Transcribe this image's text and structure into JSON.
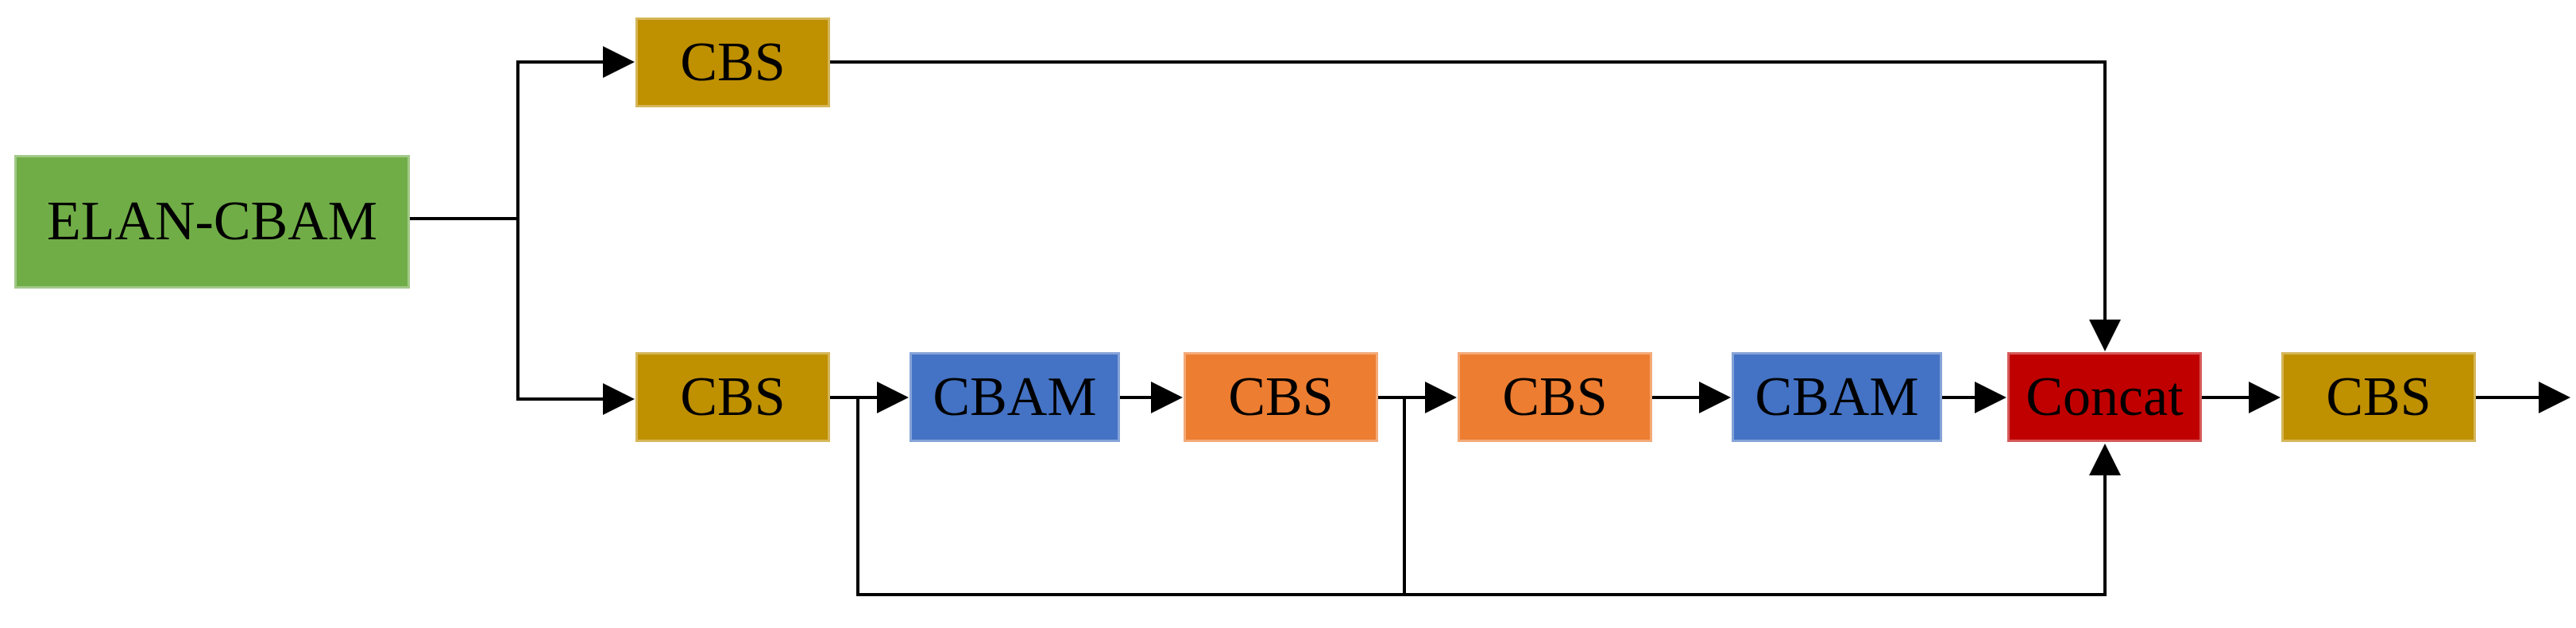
{
  "nodes": {
    "elan_cbam": {
      "label": "ELAN-CBAM",
      "color": "#70AD47"
    },
    "cbs_top": {
      "label": "CBS",
      "color": "#BF9000"
    },
    "cbs_1": {
      "label": "CBS",
      "color": "#BF9000"
    },
    "cbam_1": {
      "label": "CBAM",
      "color": "#4472C4"
    },
    "cbs_2": {
      "label": "CBS",
      "color": "#ED7D31"
    },
    "cbs_3": {
      "label": "CBS",
      "color": "#ED7D31"
    },
    "cbam_2": {
      "label": "CBAM",
      "color": "#4472C4"
    },
    "concat": {
      "label": "Concat",
      "color": "#C00000"
    },
    "cbs_out": {
      "label": "CBS",
      "color": "#BF9000"
    }
  },
  "edges": [
    {
      "from": "elan_cbam",
      "to": "cbs_top"
    },
    {
      "from": "elan_cbam",
      "to": "cbs_1"
    },
    {
      "from": "cbs_top",
      "to": "concat"
    },
    {
      "from": "cbs_1",
      "to": "cbam_1"
    },
    {
      "from": "cbam_1",
      "to": "cbs_2"
    },
    {
      "from": "cbs_2",
      "to": "cbs_3"
    },
    {
      "from": "cbs_3",
      "to": "cbam_2"
    },
    {
      "from": "cbam_2",
      "to": "concat"
    },
    {
      "from": "concat",
      "to": "cbs_out"
    },
    {
      "from": "cbs_1",
      "to": "concat"
    },
    {
      "from": "cbs_2",
      "to": "concat"
    },
    {
      "from": "cbs_out",
      "to": "output"
    }
  ],
  "line_color": "#000000"
}
